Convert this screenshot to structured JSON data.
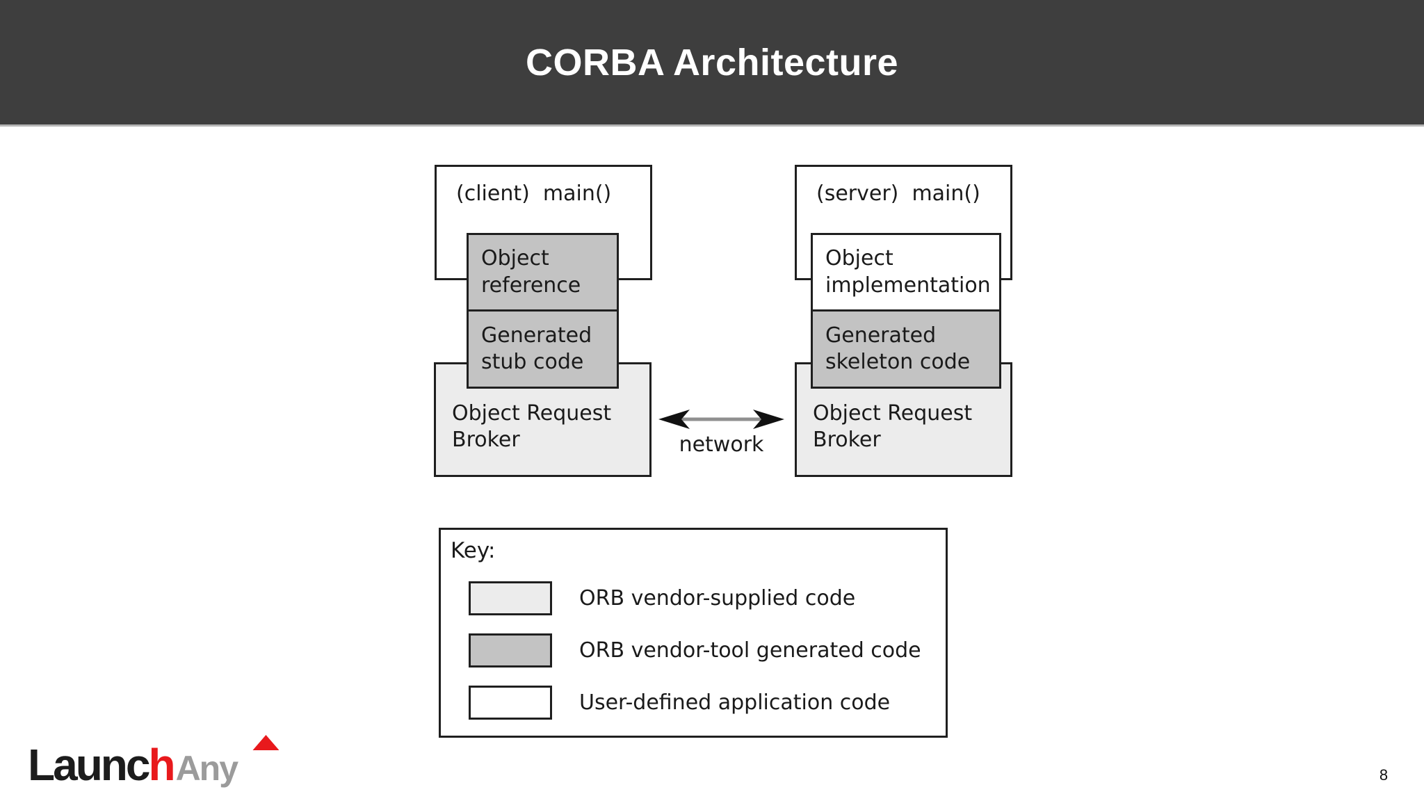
{
  "slide": {
    "title": "CORBA Architecture",
    "page_number": "8",
    "logo": {
      "primary": "Launc",
      "accent": "h",
      "secondary": "Any"
    }
  },
  "diagram": {
    "client": {
      "main": "(client)  main()",
      "object_reference": "Object reference",
      "generated_stub": "Generated stub code",
      "orb": "Object Request Broker"
    },
    "server": {
      "main": "(server)  main()",
      "object_implementation": "Object implementation",
      "generated_skeleton": "Generated skeleton code",
      "orb": "Object Request Broker"
    },
    "network_label": "network"
  },
  "key": {
    "title": "Key:",
    "items": [
      {
        "label": "ORB vendor-supplied code",
        "swatch": "#ececec"
      },
      {
        "label": "ORB vendor-tool generated code",
        "swatch": "#c3c3c3"
      },
      {
        "label": "User-defined application code",
        "swatch": "#ffffff"
      }
    ]
  },
  "colors": {
    "header_bg": "#3e3e3e",
    "header_text": "#ffffff",
    "box_border": "#1f1f1f",
    "vendor_supplied_fill": "#ececec",
    "vendor_tool_fill": "#c3c3c3",
    "user_defined_fill": "#ffffff",
    "arrow_line": "#8f8f8f",
    "arrow_head": "#111111",
    "logo_black": "#1c1c1c",
    "logo_red": "#e8191c",
    "logo_gray": "#9b9b9b"
  }
}
